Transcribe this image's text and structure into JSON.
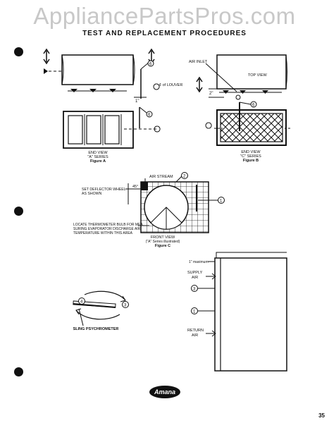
{
  "watermark": "AppliancePartsPros.com",
  "title": "TEST AND REPLACEMENT PROCEDURES",
  "figure_a": {
    "louver_label": "¢ of LOUVER",
    "dim_label": "1\"",
    "caption_line1": "END VIEW",
    "caption_line2": "\"A\" SERIES",
    "caption_line3": "Figure A",
    "callout": "6"
  },
  "figure_b": {
    "air_inlet": "AIR INLET",
    "top_view": "TOP VIEW",
    "dim_label": "2\"",
    "caption_line1": "END VIEW",
    "caption_line2": "\"C\" SERIES",
    "caption_line3": "Figure B",
    "callout": "6"
  },
  "figure_c": {
    "air_stream": "AIR STREAM",
    "set_deflector_line1": "SET DEFLECTOR WHEEL",
    "set_deflector_line2": "AS SHOWN",
    "angle": "45°",
    "locate_line1": "LOCATE THERMOMETER BULB FOR MEA",
    "locate_line2": "SURING EVAPORATOR DISCHARGE AIR",
    "locate_line3": "TEMPERATURE WITHIN THIS AREA",
    "caption_line1": "FRONT VIEW",
    "caption_line2": "(\"A\" Series illustrated)",
    "caption_line3": "Figure C",
    "callout_top": "2",
    "callout_right": "1"
  },
  "figure_d": {
    "max_label": "1\" maximum",
    "supply_line1": "SUPPLY",
    "supply_line2": "AIR",
    "return_line1": "RETURN",
    "return_line2": "AIR",
    "callout_3": "3",
    "callout_1": "1"
  },
  "sling": {
    "label": "SLING PSYCHROMETER",
    "callout_4": "4",
    "callout_3": "3"
  },
  "logo_text": "Amana",
  "page_number": "35"
}
